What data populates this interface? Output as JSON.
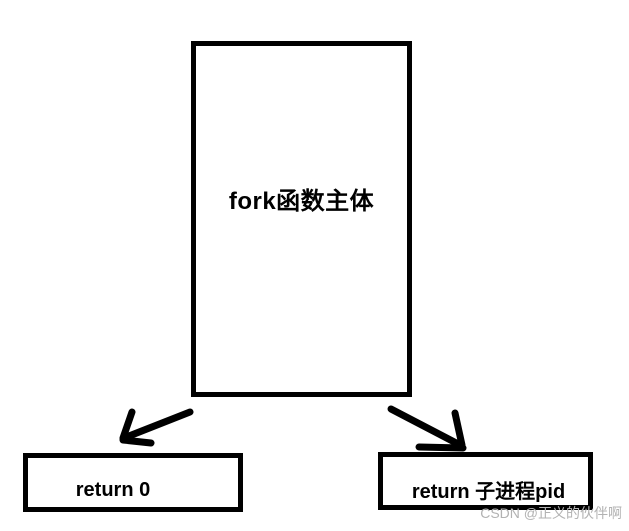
{
  "diagram": {
    "title": "fork function return values diagram",
    "main_box": {
      "label": "fork函数主体"
    },
    "left_box": {
      "label": "return 0"
    },
    "right_box": {
      "label": "return 子进程pid"
    },
    "edges": [
      {
        "from": "fork函数主体",
        "to": "return 0",
        "direction": "down-left"
      },
      {
        "from": "fork函数主体",
        "to": "return 子进程pid",
        "direction": "down-right"
      }
    ],
    "watermark": {
      "text": "CSDN @正义的伙伴啊"
    }
  },
  "colors": {
    "background": "#ffffff",
    "stroke": "#000000",
    "watermark": "#b2b2b2"
  }
}
